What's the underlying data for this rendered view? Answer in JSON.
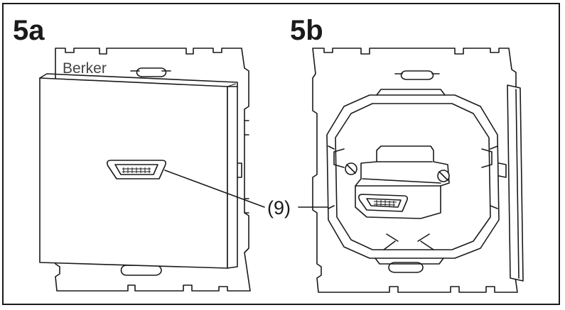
{
  "figure": {
    "panel_a_label": "5a",
    "panel_b_label": "5b",
    "brand_text": "Berker",
    "callout_label": "(9)"
  },
  "colors": {
    "line": "#1a1a1a",
    "background": "#ffffff"
  }
}
